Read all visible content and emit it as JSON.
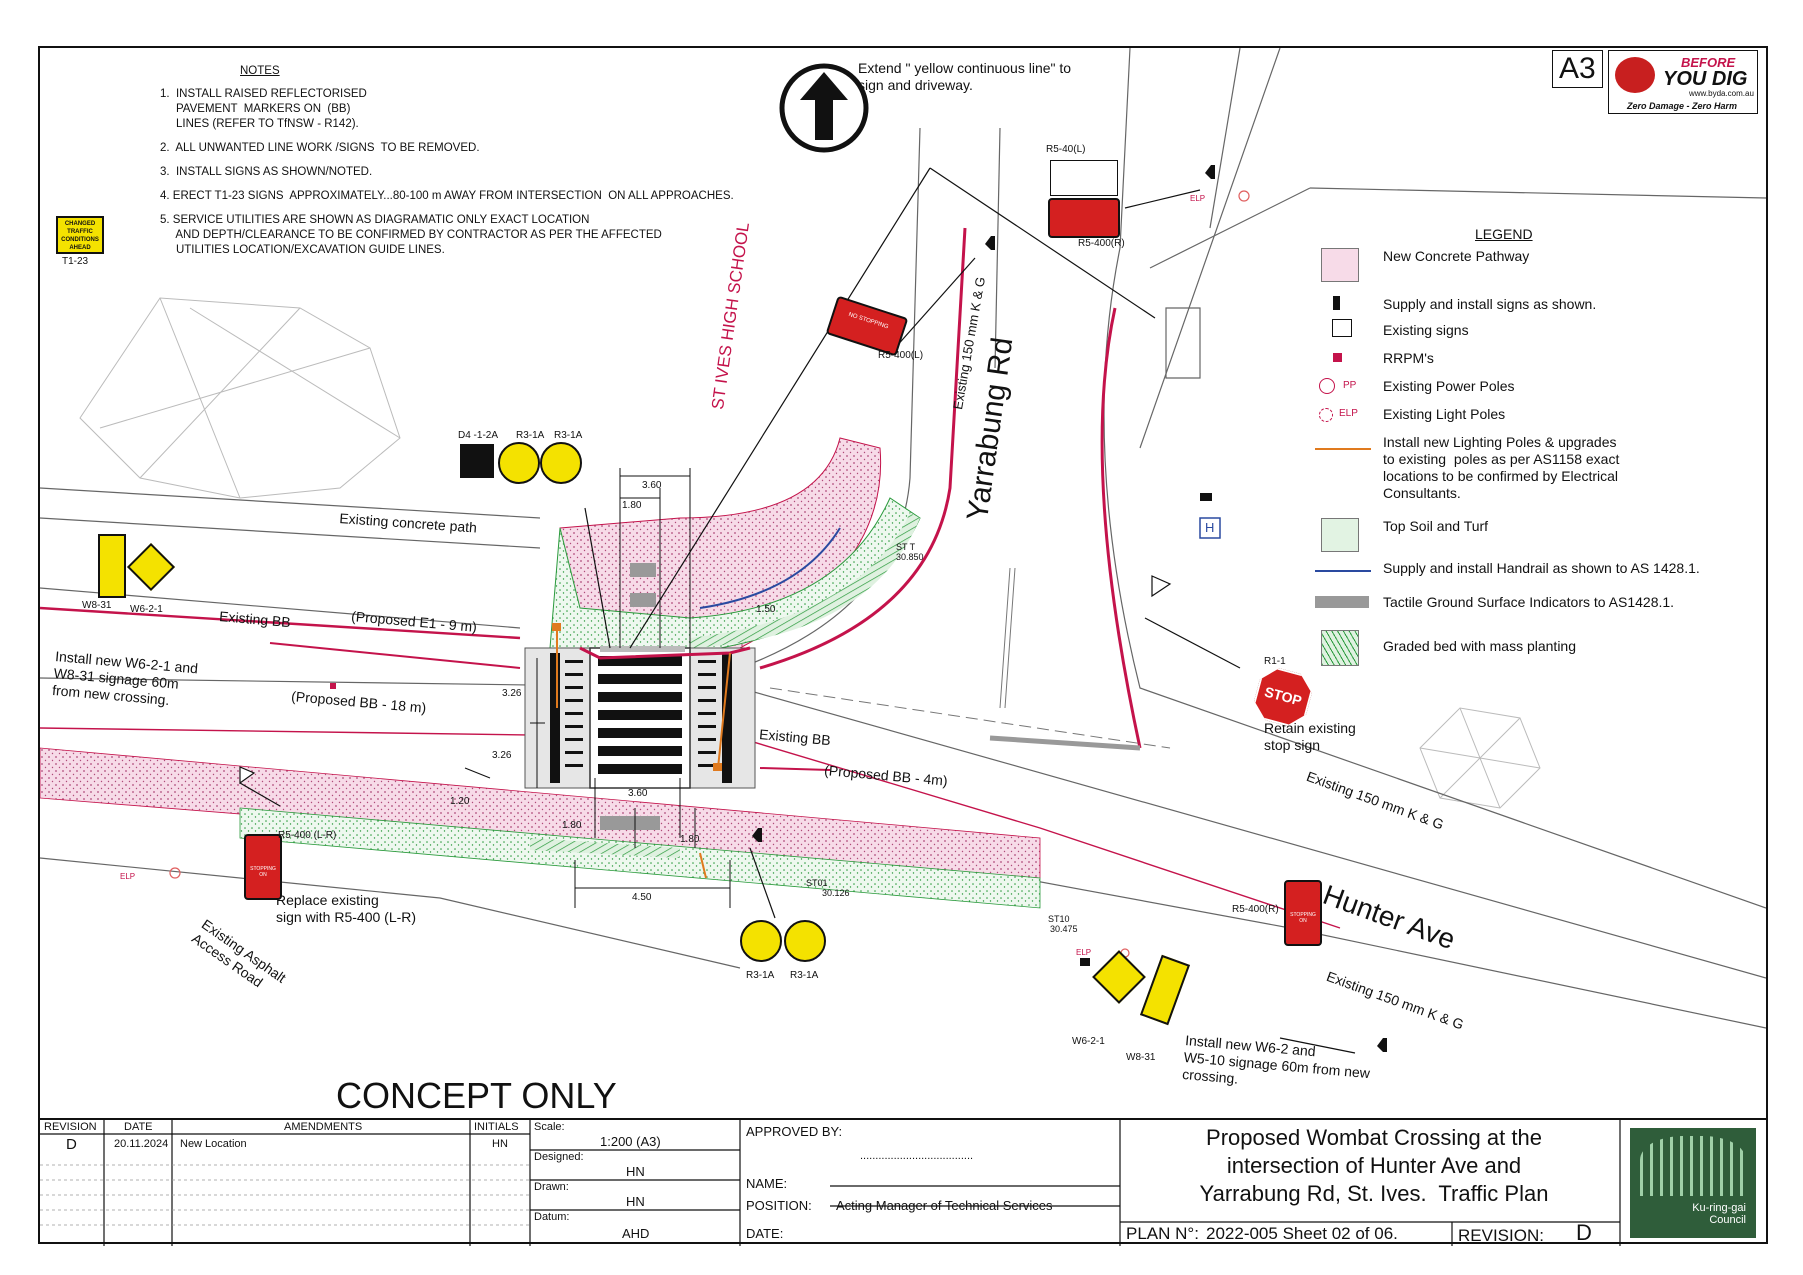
{
  "sheet_size": "A3",
  "byd_logo": {
    "line1": "BEFORE",
    "line2": "YOU DIG",
    "url": "www.byda.com.au",
    "tag": "Zero Damage - Zero Harm"
  },
  "notes": {
    "heading": "NOTES",
    "items": [
      "1.  INSTALL RAISED REFLECTORISED\n     PAVEMENT  MARKERS ON  (BB)\n     LINES (REFER TO TfNSW - R142).",
      "2.  ALL UNWANTED LINE WORK /SIGNS  TO BE REMOVED.",
      "3.  INSTALL SIGNS AS SHOWN/NOTED.",
      "4. ERECT T1-23 SIGNS  APPROXIMATELY...80-100 m AWAY FROM INTERSECTION  ON ALL APPROACHES.",
      "5. SERVICE UTILITIES ARE SHOWN AS DIAGRAMATIC ONLY EXACT LOCATION\n     AND DEPTH/CLEARANCE TO BE CONFIRMED BY CONTRACTOR AS PER THE AFFECTED\n     UTILITIES LOCATION/EXCAVATION GUIDE LINES."
    ]
  },
  "t1_23_sign": {
    "text": "CHANGED TRAFFIC CONDITIONS AHEAD",
    "code": "T1-23"
  },
  "annotations": {
    "extend_line": "Extend \" yellow continuous line\" to\nsign and driveway.",
    "school": "ST IVES HIGH SCHOOL",
    "yarrabung": "Yarrabung Rd",
    "kg_yarrabung": "Existing 150 mm K & G",
    "hunter": "Hunter Ave",
    "kg_hunter_1": "Existing 150 mm K & G",
    "kg_hunter_2": "Existing 150 mm K & G",
    "concrete_path": "Existing concrete path",
    "existing_bb_left": "Existing BB",
    "existing_bb_right": "Existing BB",
    "proposed_e1": "(Proposed E1 - 9 m)",
    "proposed_bb_18": "(Proposed BB - 18 m)",
    "proposed_bb_4": "(Proposed BB - 4m)",
    "install_w6_left": "Install new W6-2-1 and\nW8-31 signage 60m\nfrom new crossing.",
    "install_w6_right": "Install new W6-2 and\nW5-10 signage 60m from new\ncrossing.",
    "replace_sign": "Replace existing\nsign with R5-400 (L-R)",
    "asphalt": "Existing Asphalt\nAccess Road",
    "retain_stop": "Retain existing\nstop sign",
    "concept": "CONCEPT ONLY"
  },
  "sign_codes": {
    "d4": "D4 -1-2A",
    "r3a": "R3-1A",
    "r3b": "R3-1A",
    "r3c": "R3-1A",
    "r3d": "R3-1A",
    "w8_left": "W8-31",
    "w6_left": "W6-2-1",
    "w6_right": "W6-2-1",
    "w8_right": "W8-31",
    "r540l": "R5-40(L)",
    "r5400r_top": "R5-400(R)",
    "r5400l": "R5-400(L)",
    "r5400lr": "R5-400 (L-R)",
    "r5400r": "R5-400(R)",
    "r11": "R1-1",
    "stop": "STOP",
    "no_stopping": "NO STOPPING",
    "stopping_on": "STOPPING ON"
  },
  "dimensions": {
    "d360_top": "3.60",
    "d180_top": "1.80",
    "d150": "1.50",
    "d326_a": "3.26",
    "d326_b": "3.26",
    "d360_mid": "3.60",
    "d180_l": "1.80",
    "d180_r": "1.80",
    "d120": "1.20",
    "d450": "4.50"
  },
  "levels": {
    "st_top": "ST T",
    "lv_top": "30.850",
    "st101": "ST01",
    "lv101": "30.126",
    "st10": "ST10",
    "lv10": "30.475"
  },
  "labels": {
    "elp_a": "ELP",
    "elp_b": "ELP",
    "elp_c": "ELP",
    "h_box": "H"
  },
  "legend": {
    "heading": "LEGEND",
    "items": [
      {
        "sym": "pathway",
        "label": "New Concrete Pathway"
      },
      {
        "sym": "sign-install",
        "label": "Supply and install signs as shown."
      },
      {
        "sym": "sign-existing",
        "label": "Existing signs"
      },
      {
        "sym": "rrpm",
        "label": "RRPM's"
      },
      {
        "sym": "power-pole",
        "code": "PP",
        "label": "Existing Power Poles"
      },
      {
        "sym": "light-pole",
        "code": "ELP",
        "label": "Existing Light Poles"
      },
      {
        "sym": "new-light",
        "label": "Install new Lighting Poles & upgrades\nto existing  poles as per AS1158 exact\nlocations to be confirmed by Electrical\nConsultants."
      },
      {
        "sym": "turf",
        "label": "Top Soil and Turf"
      },
      {
        "sym": "handrail",
        "label": "Supply and install Handrail as shown to AS 1428.1."
      },
      {
        "sym": "tactile",
        "label": "Tactile Ground Surface Indicators to AS1428.1."
      },
      {
        "sym": "planting",
        "label": "Graded bed with mass planting"
      }
    ]
  },
  "title_block": {
    "h_revision": "REVISION",
    "h_date": "DATE",
    "h_amend": "AMENDMENTS",
    "h_initials": "INITIALS",
    "rev": "D",
    "date": "20.11.2024",
    "amend": "New Location",
    "initials": "HN",
    "scale_lbl": "Scale:",
    "scale": "1:200  (A3)",
    "designed_lbl": "Designed:",
    "designed": "HN",
    "drawn_lbl": "Drawn:",
    "drawn": "HN",
    "datum_lbl": "Datum:",
    "datum": "AHD",
    "approved_lbl": "APPROVED BY:",
    "dots": ".....................................",
    "name_lbl": "NAME:",
    "position_lbl": "POSITION:",
    "position": "Acting Manager of Technical Services",
    "date_lbl": "DATE:",
    "title": "Proposed Wombat Crossing at the\nintersection of Hunter Ave and\nYarrabung Rd, St. Ives.  Traffic Plan",
    "plan_lbl": "PLAN N°:",
    "plan_no": "2022-005 Sheet 02 of 06.",
    "revision_lbl": "REVISION:",
    "revision": "D",
    "council": "Ku-ring-gai\nCouncil"
  },
  "colors": {
    "magenta": "#c4134b",
    "turf": "#2a9a3c",
    "yellow": "#f4e200",
    "red_sign": "#d42020",
    "pathway": "#f3c8de",
    "handrail": "#2a4aa0"
  }
}
